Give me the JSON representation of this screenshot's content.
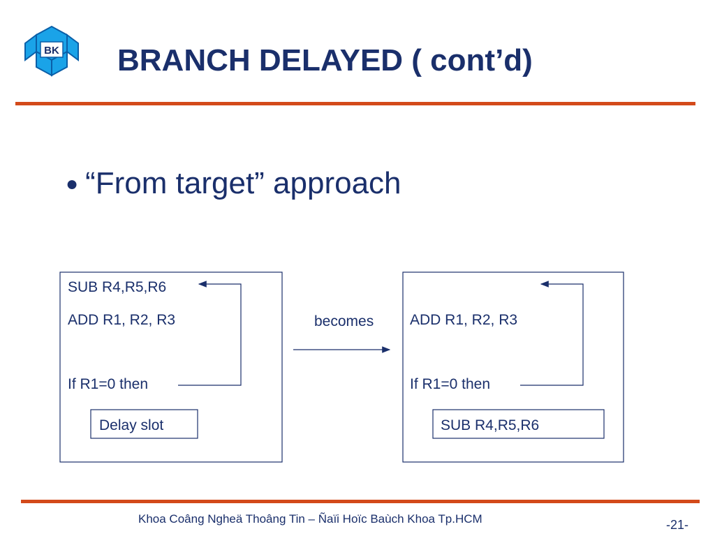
{
  "slide": {
    "title": "BRANCH DELAYED ( cont’d)",
    "logo_text": "BK",
    "bullet": "“From target” approach",
    "footer": "Khoa Coâng Ngheä Thoâng Tin – Ñaïi Hoïc Baùch Khoa Tp.HCM",
    "page_number": "-21-"
  },
  "diagram": {
    "left_box": {
      "line1": "SUB R4,R5,R6",
      "line2": "ADD  R1, R2, R3",
      "line3": "If R1=0 then",
      "slot": "Delay slot"
    },
    "middle_label": "becomes",
    "right_box": {
      "line1": "ADD  R1, R2, R3",
      "line2": "If R1=0 then",
      "slot": "SUB R4,R5,R6"
    }
  },
  "colors": {
    "text": "#1a2f6b",
    "accent_rule": "#d34a1a",
    "logo_blue": "#1aa3e8"
  }
}
